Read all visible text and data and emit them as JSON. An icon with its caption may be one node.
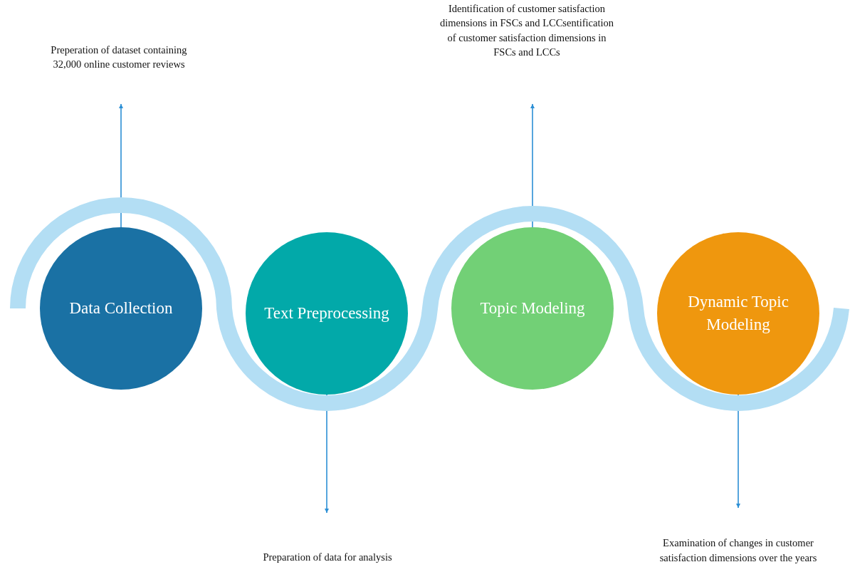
{
  "diagram": {
    "nodes": [
      {
        "text": [
          "Data Collection"
        ]
      },
      {
        "text": [
          "Text Preprocessing"
        ]
      },
      {
        "text": [
          "Topic Modeling"
        ]
      },
      {
        "text": [
          "Dynamic Topic Modeling"
        ]
      },
      {
        "text": [
          "Preperation of dataset containing 32,000 online customer reviews"
        ]
      },
      {
        "text": [
          "Preparation of data for analysis"
        ]
      },
      {
        "text": [
          "Identification of customer satisfaction dimensions in FSCs and LCCsentification of customer satisfaction dimensions in FSCs and LCCs"
        ]
      },
      {
        "text": [
          "Examination of changes in customer satisfaction dimensions over the years"
        ]
      }
    ],
    "edges": [
      {
        "from": 0,
        "to": 4,
        "arrow": "to"
      },
      {
        "from": 1,
        "to": 5,
        "arrow": "to"
      },
      {
        "from": 2,
        "to": 6,
        "arrow": "to"
      },
      {
        "from": 3,
        "to": 7,
        "arrow": "to"
      }
    ]
  }
}
